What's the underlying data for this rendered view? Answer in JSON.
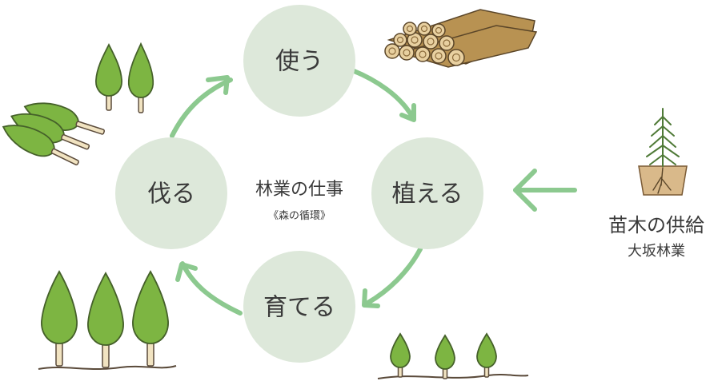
{
  "center": {
    "title": "林業の仕事",
    "subtitle": "《森の循環》"
  },
  "stages": {
    "use": "使う",
    "plant": "植える",
    "grow": "育てる",
    "cut": "伐る"
  },
  "supply": {
    "title": "苗木の供給",
    "subtitle": "大坂林業"
  },
  "colors": {
    "circle_fill": "#dde8da",
    "arrow_green": "#8cc98f",
    "tree_green": "#7db542",
    "text": "#3a3a3a"
  },
  "icons": {
    "standing_trees": "tree-icon",
    "felled_trees": "felled-tree-icon",
    "logs": "log-pile-icon",
    "seedling": "seedling-pot-icon",
    "saplings": "sapling-icon"
  }
}
